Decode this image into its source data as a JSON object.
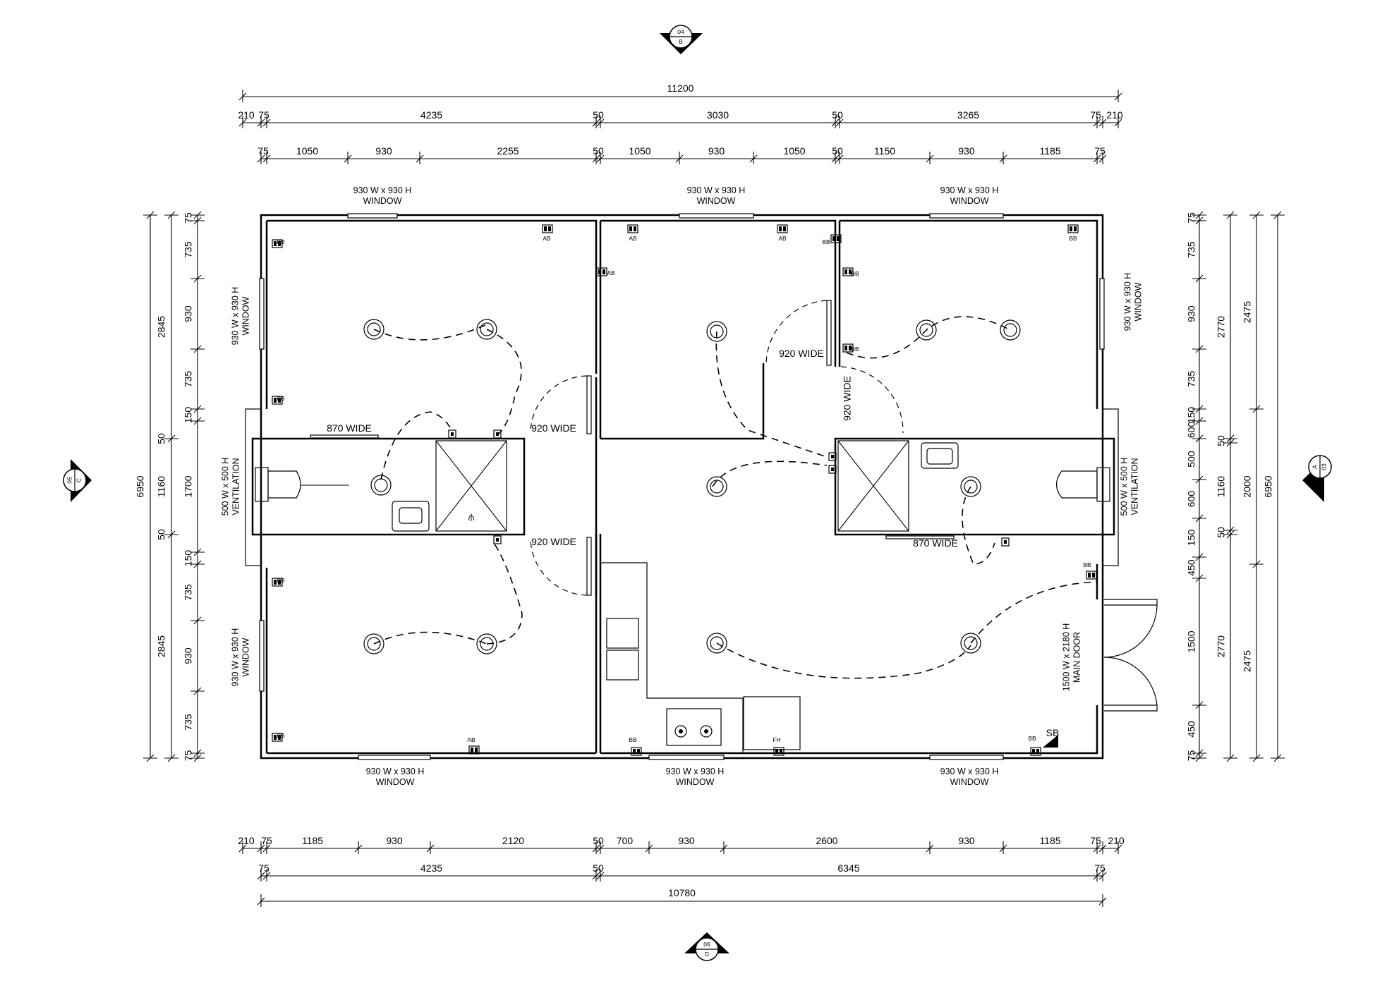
{
  "section_markers": {
    "top": {
      "num": "04",
      "letter": "B"
    },
    "left": {
      "num": "05",
      "letter": "C"
    },
    "right": {
      "num": "03",
      "letter": "A"
    },
    "bottom": {
      "num": "06",
      "letter": "D"
    }
  },
  "top_dims": {
    "overall": "11200",
    "row2": [
      "210",
      "75",
      "4235",
      "50",
      "3030",
      "50",
      "3265",
      "75",
      "210"
    ],
    "row3": [
      "75",
      "1050",
      "930",
      "2255",
      "50",
      "1050",
      "930",
      "1050",
      "50",
      "1150",
      "930",
      "1185",
      "75"
    ]
  },
  "bottom_dims": {
    "row1": [
      "210",
      "75",
      "1185",
      "930",
      "2120",
      "50",
      "700",
      "930",
      "2600",
      "930",
      "1185",
      "75",
      "210"
    ],
    "row2": [
      "75",
      "4235",
      "50",
      "6345",
      "75"
    ],
    "overall": "10780"
  },
  "left_dims": {
    "overall": "6950",
    "mid": [
      "2845",
      "1160",
      "2845"
    ],
    "outer_labels": [
      "50",
      "50"
    ],
    "inner": [
      "75",
      "735",
      "930",
      "735",
      "150",
      "1700",
      "150",
      "735",
      "930",
      "735",
      "75"
    ]
  },
  "right_dims": {
    "inner": [
      "75",
      "735",
      "930",
      "735",
      "150",
      "600",
      "500",
      "600",
      "150",
      "450",
      "1500",
      "450",
      "75"
    ],
    "mid": [
      "2770",
      "50",
      "1160",
      "50",
      "2770"
    ],
    "outer": [
      "2475",
      "2000",
      "2475"
    ],
    "overall": "6950"
  },
  "openings": {
    "window_size": "930 W x 930 H",
    "window": "WINDOW",
    "vent_size": "500 W x 500 H",
    "vent": "VENTILATION",
    "door_size": "1500 W x 2180 H",
    "main_door": "MAIN DOOR",
    "door_920": "920 WIDE",
    "door_870": "870 WIDE"
  },
  "outlet_tags": {
    "bb": "BB",
    "ab": "AB",
    "fh": "FH",
    "sb": "SB"
  }
}
